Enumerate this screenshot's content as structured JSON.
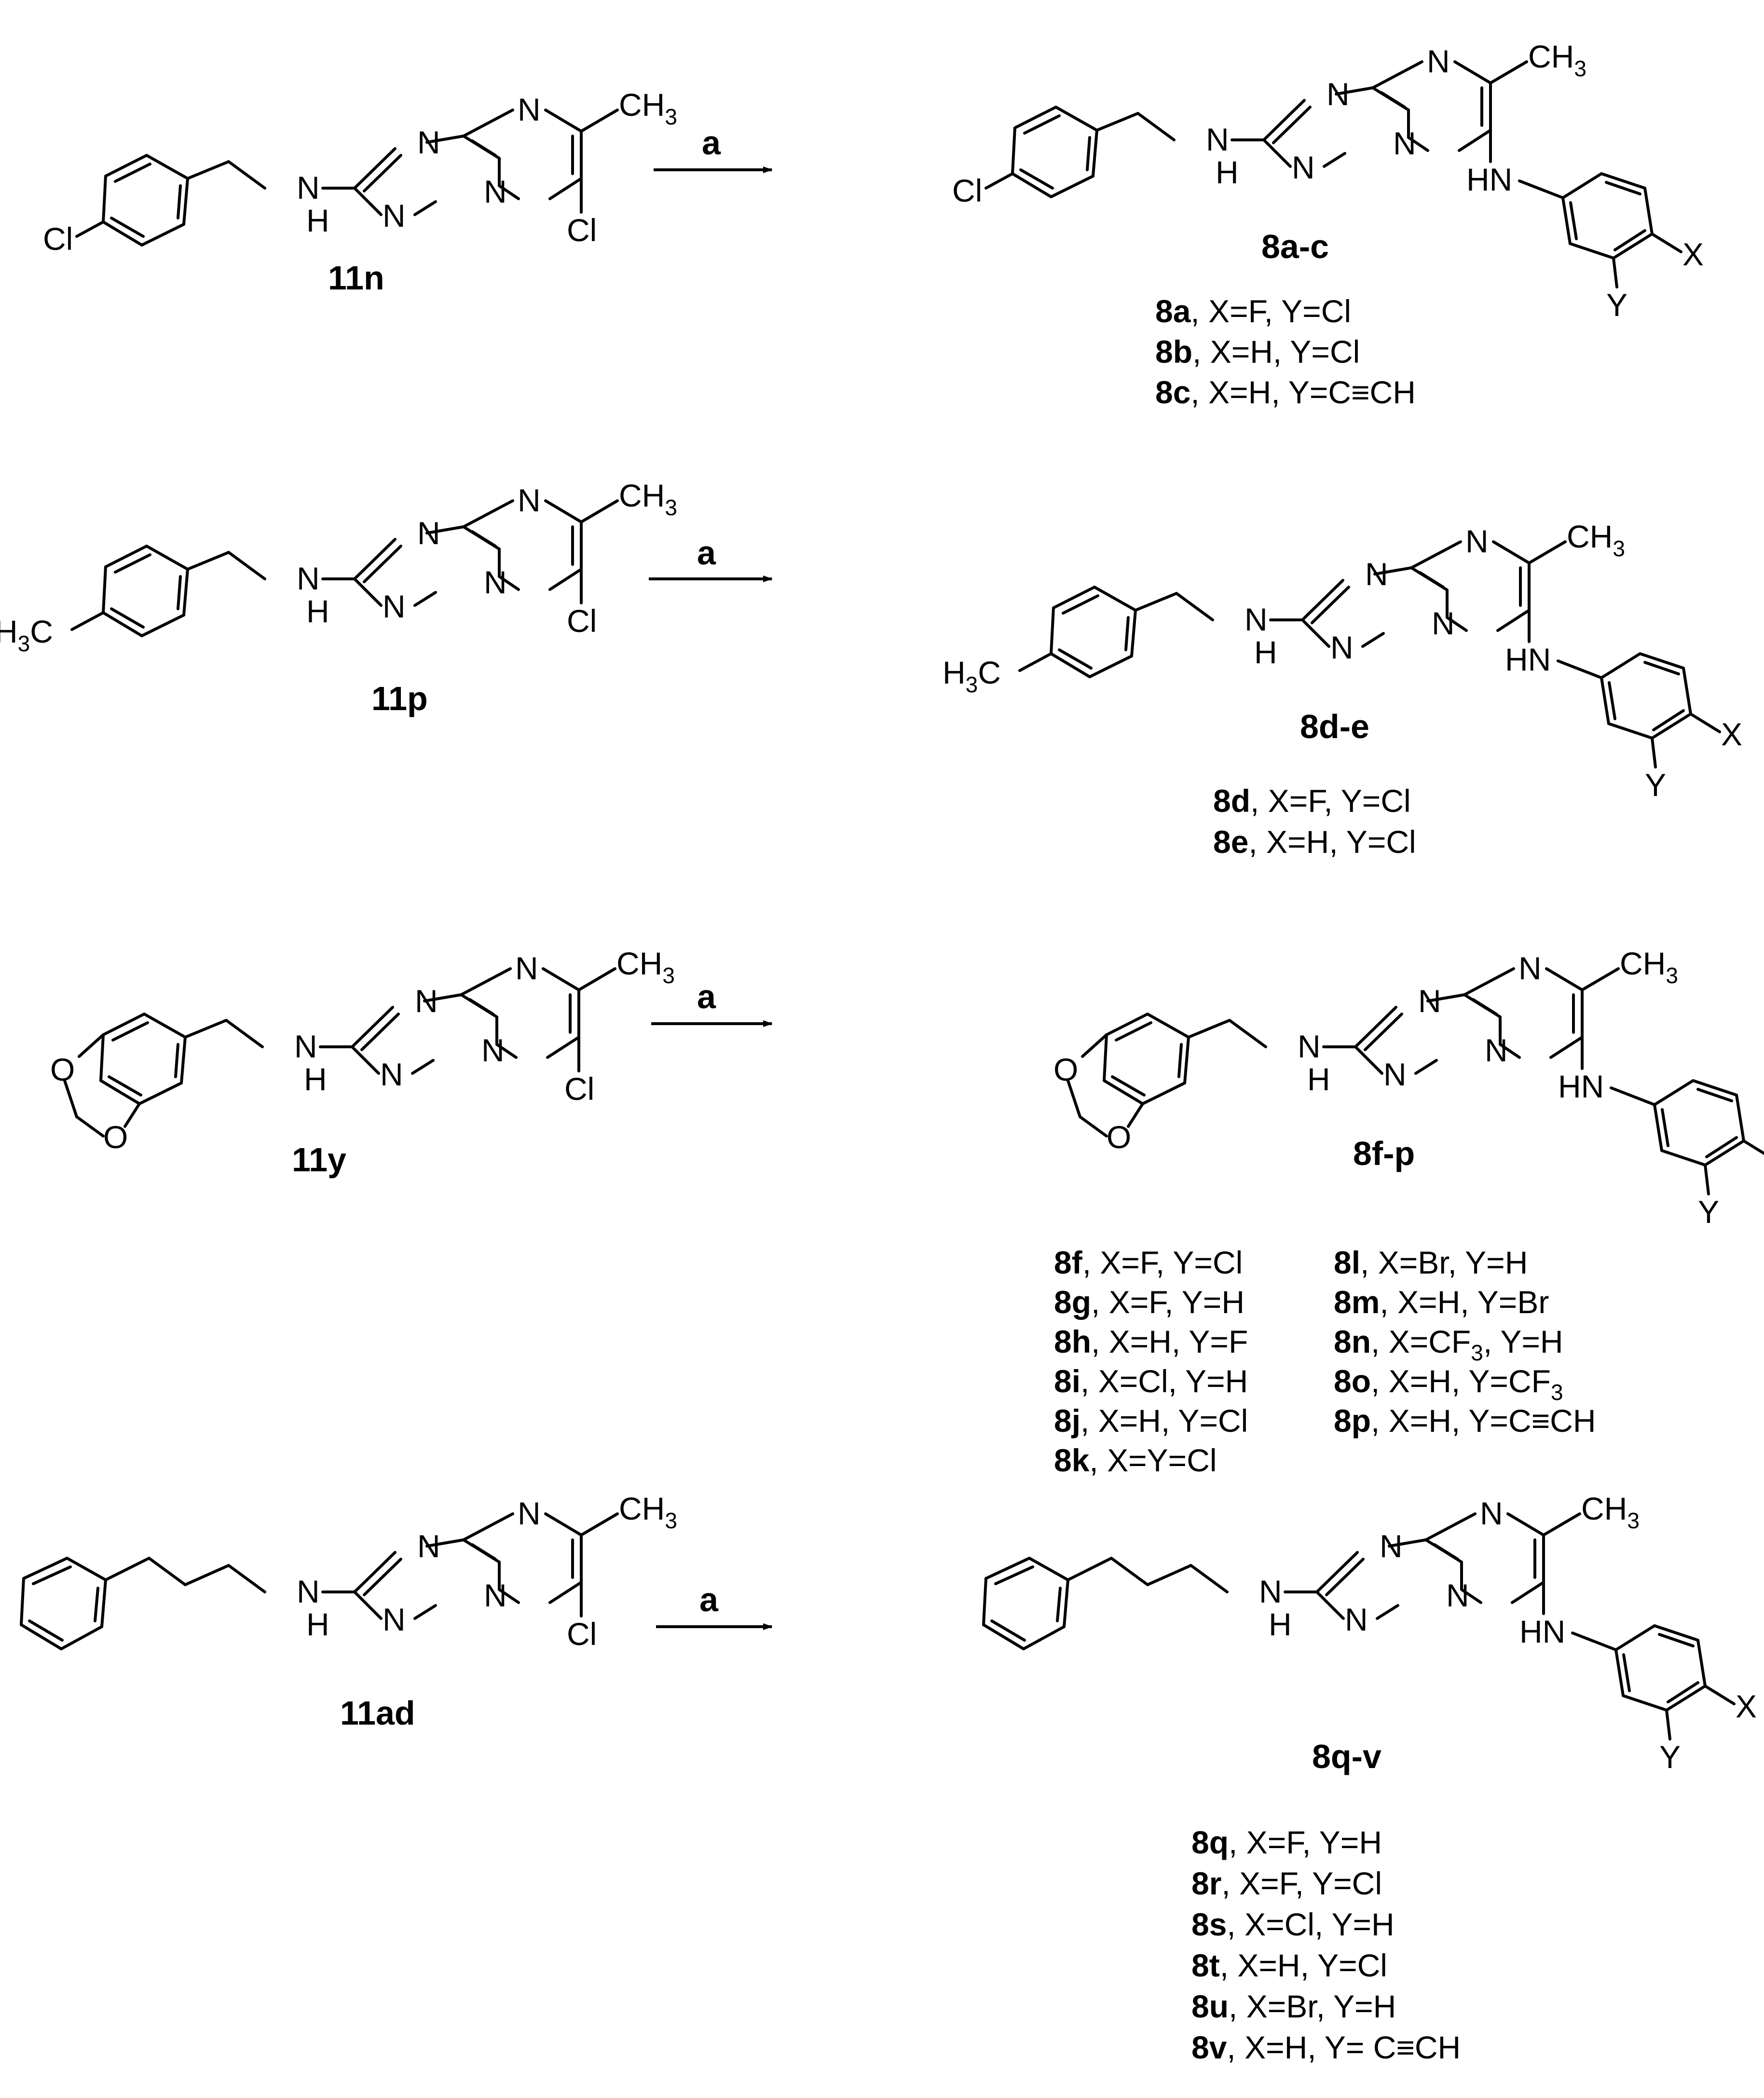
{
  "reaction_condition": "a",
  "atom_labels": {
    "methyl": "CH",
    "methyl_sub": "3",
    "nh_left": "N",
    "nh_h": "H",
    "hn_aniline": "HN",
    "n": "N",
    "cl": "Cl",
    "h3c": "H",
    "h3c_sub": "3",
    "h3c_c": "C",
    "o": "O",
    "x": "X",
    "y": "Y"
  },
  "rows": [
    {
      "start_label": "11n",
      "product_label": "8a-c",
      "variants": [
        {
          "id": "8a",
          "text": ", X=F, Y=Cl"
        },
        {
          "id": "8b",
          "text": ",  X=H, Y=Cl"
        },
        {
          "id": "8c",
          "text": ", X=H, Y=C≡CH"
        }
      ]
    },
    {
      "start_label": "11p",
      "product_label": "8d-e",
      "variants": [
        {
          "id": "8d",
          "text": ", X=F, Y=Cl"
        },
        {
          "id": "8e",
          "text": ", X=H, Y=Cl"
        }
      ]
    },
    {
      "start_label": "11y",
      "product_label": "8f-p",
      "variants_left": [
        {
          "id": "8f",
          "text": ", X=F, Y=Cl"
        },
        {
          "id": "8g",
          "text": ", X=F, Y=H"
        },
        {
          "id": "8h",
          "text": ", X=H, Y=F"
        },
        {
          "id": "8i",
          "text": ", X=Cl, Y=H"
        },
        {
          "id": "8j",
          "text": ", X=H, Y=Cl"
        },
        {
          "id": "8k",
          "text": ", X=Y=Cl"
        }
      ],
      "variants_right": [
        {
          "id": "8l",
          "text": ", X=Br, Y=H"
        },
        {
          "id": "8m",
          "text": ", X=H, Y=Br"
        },
        {
          "id": "8n",
          "text": ", X=CF",
          "sub": "3",
          "tail": ", Y=H"
        },
        {
          "id": "8o",
          "text": ", X=H, Y=CF",
          "sub": "3",
          "tail": ""
        },
        {
          "id": "8p",
          "text": ", X=H, Y=C≡CH"
        }
      ]
    },
    {
      "start_label": "11ad",
      "product_label": "8q-v",
      "variants": [
        {
          "id": "8q",
          "text": ", X=F, Y=H"
        },
        {
          "id": "8r",
          "text": ",  X=F, Y=Cl"
        },
        {
          "id": "8s",
          "text": ", X=Cl, Y=H"
        },
        {
          "id": "8t",
          "text": ", X=H, Y=Cl"
        },
        {
          "id": "8u",
          "text": ",  X=Br, Y=H"
        },
        {
          "id": "8v",
          "text": ", X=H, Y= C≡CH"
        }
      ]
    }
  ]
}
